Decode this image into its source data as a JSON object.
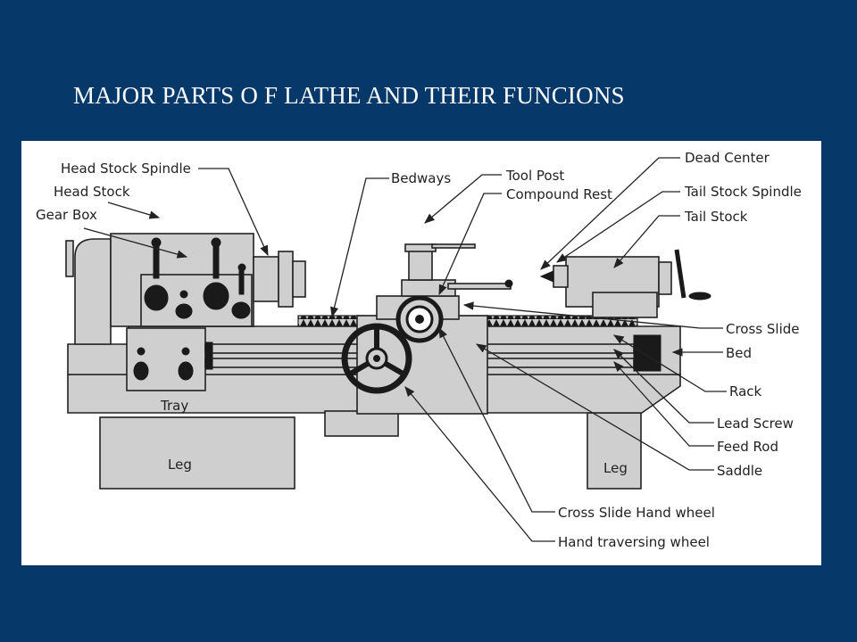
{
  "title": "MAJOR PARTS O F LATHE AND THEIR FUNCIONS",
  "diagram": {
    "labels": {
      "head_stock_spindle": "Head Stock Spindle",
      "head_stock": "Head Stock",
      "gear_box": "Gear Box",
      "bedways": "Bedways",
      "tool_post": "Tool Post",
      "compound_rest": "Compound Rest",
      "dead_center": "Dead Center",
      "tail_stock_spindle": "Tail Stock Spindle",
      "tail_stock": "Tail Stock",
      "cross_slide": "Cross Slide",
      "bed": "Bed",
      "rack": "Rack",
      "lead_screw": "Lead Screw",
      "feed_rod": "Feed Rod",
      "saddle": "Saddle",
      "cross_slide_hand_wheel": "Cross Slide Hand wheel",
      "hand_traversing_wheel": "Hand traversing wheel",
      "tray": "Tray",
      "leg_left": "Leg",
      "leg_right": "Leg"
    }
  }
}
